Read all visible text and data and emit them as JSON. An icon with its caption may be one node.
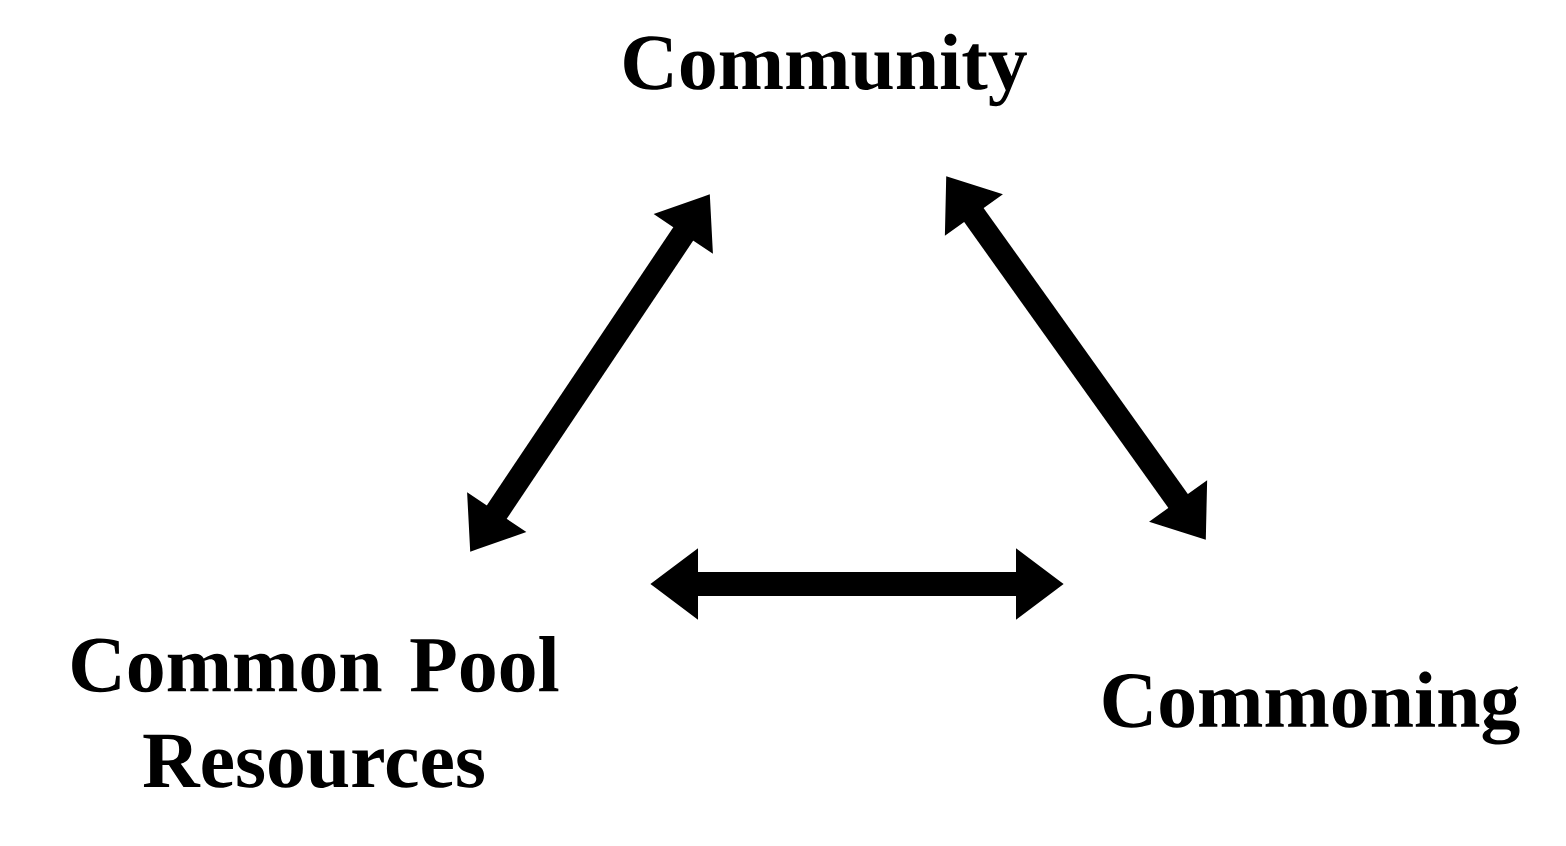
{
  "diagram": {
    "nodes": [
      {
        "text": [
          "Community"
        ]
      },
      {
        "text": [
          "Common Pool Resources"
        ]
      },
      {
        "text": [
          "Commoning"
        ]
      }
    ],
    "edges": [
      {
        "from": 0,
        "to": 1,
        "arrow": "both"
      },
      {
        "from": 0,
        "to": 2,
        "arrow": "both"
      },
      {
        "from": 1,
        "to": 2,
        "arrow": "both"
      }
    ]
  }
}
